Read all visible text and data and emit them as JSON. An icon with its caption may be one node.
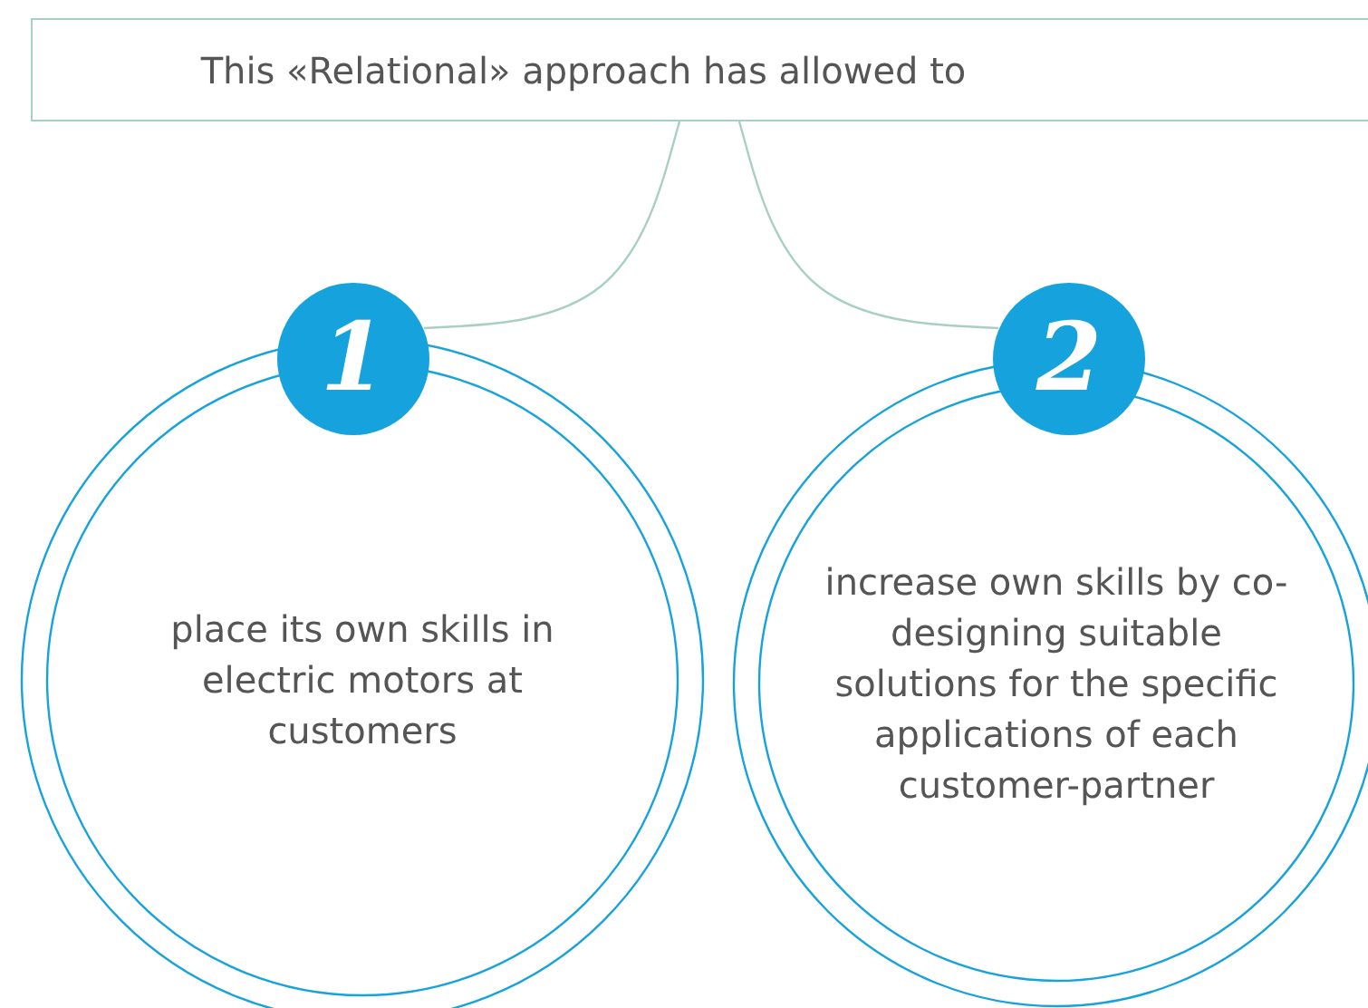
{
  "diagram": {
    "nodes": [
      {
        "text": [
          "This «Relational» approach has allowed to"
        ]
      },
      {
        "text": [
          "1"
        ]
      },
      {
        "text": [
          "place its own skills in electric motors at customers"
        ]
      },
      {
        "text": [
          "2"
        ]
      },
      {
        "text": [
          "increase own skills by co-designing suitable solutions for the specific applications of each customer-partner"
        ]
      }
    ],
    "edges": [
      {
        "from": 0,
        "to": 1,
        "arrow": "none"
      },
      {
        "from": 0,
        "to": 3,
        "arrow": "none"
      }
    ]
  }
}
